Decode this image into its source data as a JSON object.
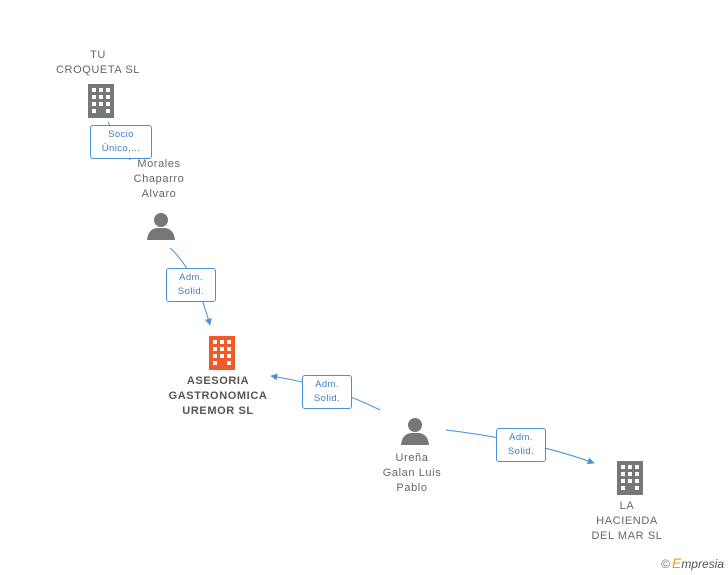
{
  "nodes": {
    "tu_croqueta": {
      "lines": [
        "TU",
        "CROQUETA  SL"
      ]
    },
    "morales": {
      "lines": [
        "Morales",
        "Chaparro",
        "Alvaro"
      ]
    },
    "asesoria": {
      "lines": [
        "ASESORIA",
        "GASTRONOMICA",
        "UREMOR  SL"
      ]
    },
    "urena": {
      "lines": [
        "Ureña",
        "Galan Luis",
        "Pablo"
      ]
    },
    "hacienda": {
      "lines": [
        "LA",
        "HACIENDA",
        "DEL MAR  SL"
      ]
    }
  },
  "edges": {
    "socio": {
      "lines": [
        "Socio",
        "Único,..."
      ]
    },
    "adm1": {
      "lines": [
        "Adm.",
        "Solid."
      ]
    },
    "adm2": {
      "lines": [
        "Adm.",
        "Solid."
      ]
    },
    "adm3": {
      "lines": [
        "Adm.",
        "Solid."
      ]
    }
  },
  "colors": {
    "company": "#777777",
    "focus_company": "#f05a28",
    "person": "#777777",
    "edge": "#4a90d9"
  },
  "brand": {
    "symbol": "©",
    "initial": "E",
    "rest": "mpresia"
  }
}
